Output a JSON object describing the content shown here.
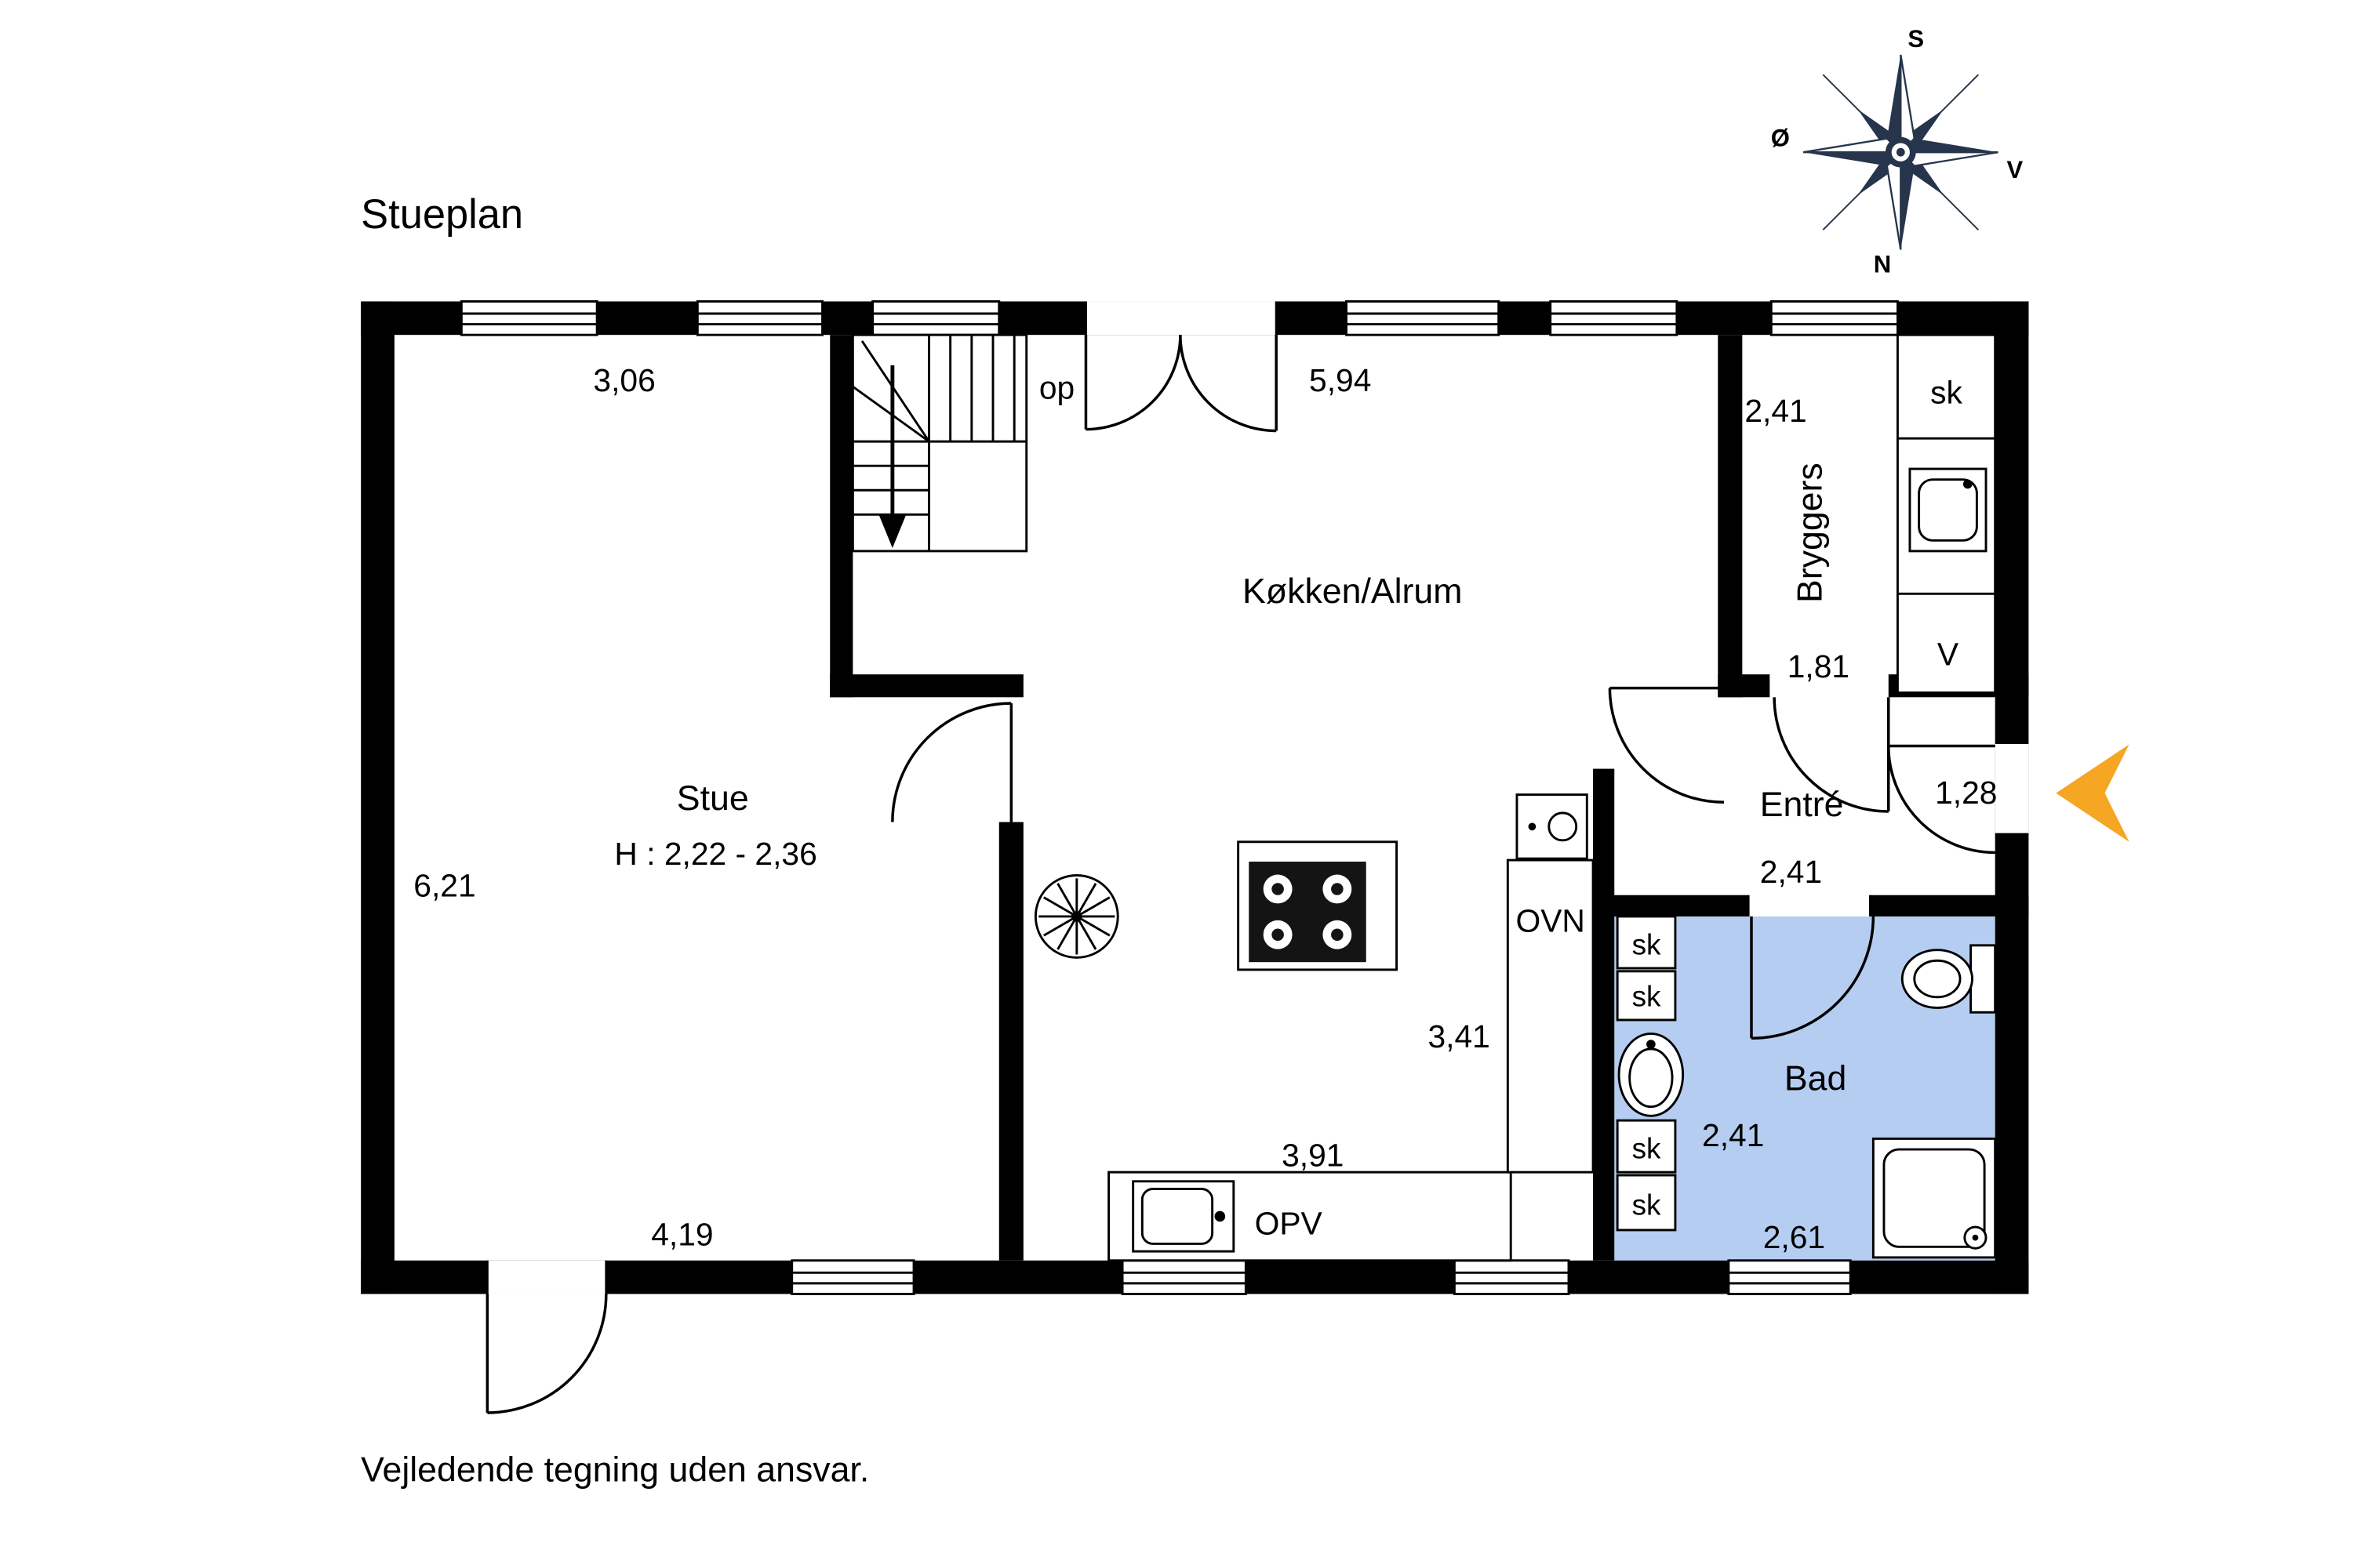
{
  "page": {
    "title": "Stueplan",
    "disclaimer": "Vejledende tegning uden ansvar."
  },
  "colors": {
    "accent_orange": "#F5A623",
    "bad_floor": "#B5CDF0"
  },
  "compass": {
    "top": "S",
    "left": "Ø",
    "right": "V",
    "bottom": "N"
  },
  "stairs": {
    "direction_label": "op"
  },
  "stue": {
    "name": "Stue",
    "ceiling_height": "H : 2,22 - 2,36",
    "width_top": "3,06",
    "depth_left": "6,21",
    "width_bottom": "4,19"
  },
  "koekken": {
    "name": "Køkken/Alrum",
    "width_top": "5,94",
    "counter_depth": "3,41",
    "counter_width": "3,91",
    "oven": "OVN",
    "dishwasher": "OPV"
  },
  "bryggers": {
    "name": "Bryggers",
    "width": "2,41",
    "depth": "1,81",
    "cabinet": "sk",
    "washer": "V"
  },
  "entre": {
    "name": "Entré",
    "width": "2,41",
    "depth": "1,28"
  },
  "bad": {
    "name": "Bad",
    "width": "2,41",
    "width_bottom": "2,61",
    "cabinets": [
      "sk",
      "sk",
      "sk",
      "sk"
    ]
  }
}
